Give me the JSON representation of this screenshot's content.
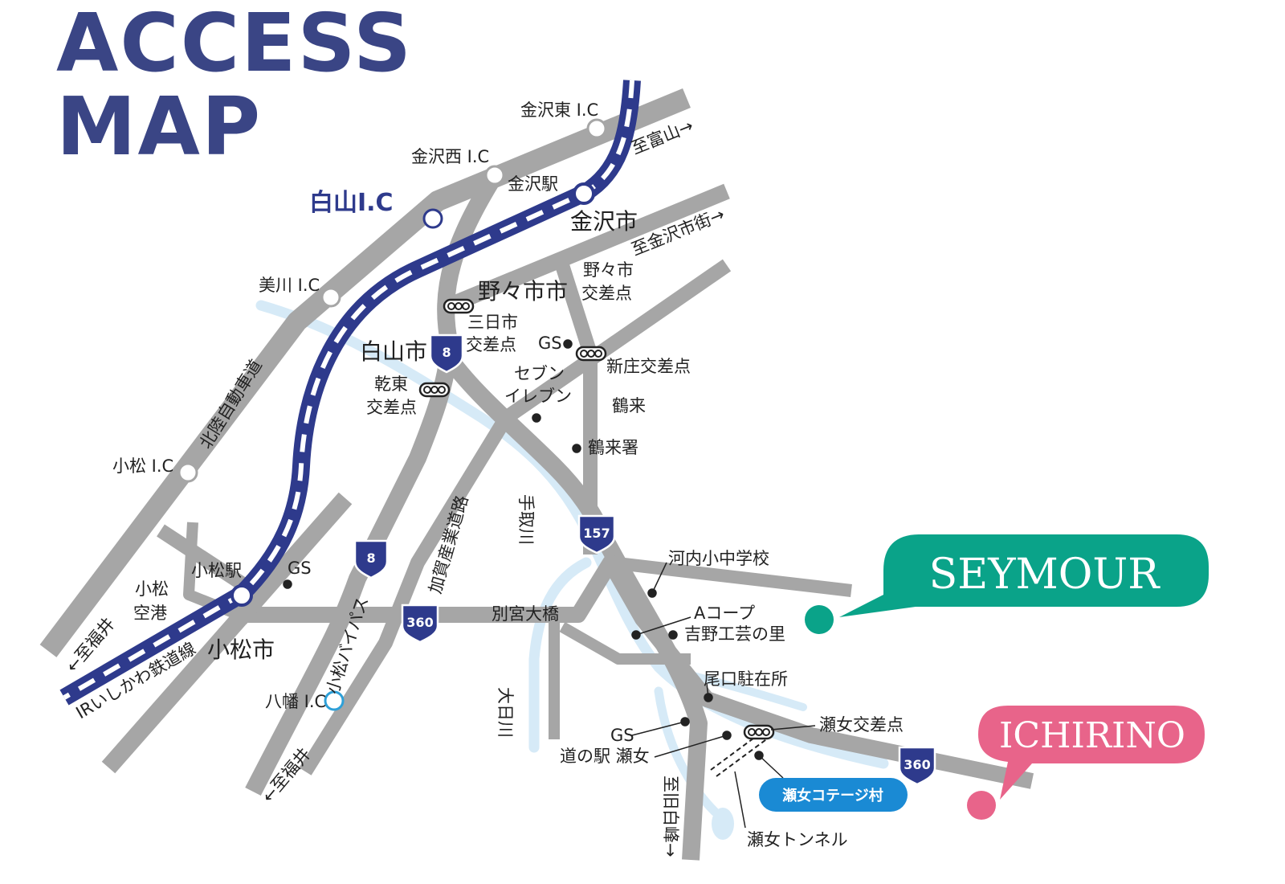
{
  "title": {
    "line1": "ACCESS",
    "line2": "MAP"
  },
  "colors": {
    "title": "#3a4585",
    "road": "#a6a6a6",
    "river": "#d6eaf7",
    "rail": "#2e3a8c",
    "seymour": "#0aa389",
    "ichirino": "#e8648a",
    "cottage": "#1a8ad4",
    "ic_highlight": "#2e3a8c"
  },
  "hotels": {
    "seymour": "SEYMOUR",
    "ichirino": "ICHIRINO"
  },
  "cottage": "瀬女コテージ村",
  "interchanges": {
    "kanazawa_higashi": "金沢東 I.C",
    "kanazawa_nishi": "金沢西 I.C",
    "hakusan": "白山I.C",
    "mikawa": "美川 I.C",
    "komatsu": "小松 I.C",
    "yawata": "八幡 I.C"
  },
  "stations": {
    "kanazawa": "金沢駅",
    "komatsu": "小松駅"
  },
  "cities": {
    "kanazawa": "金沢市",
    "nonoichi": "野々市市",
    "hakusan": "白山市",
    "komatsu": "小松市"
  },
  "routes": {
    "r8_upper": "8",
    "r8_lower": "8",
    "r157": "157",
    "r360_west": "360",
    "r360_east": "360"
  },
  "highway_label": "北陸自動車道",
  "rail_label": "IRいしかわ鉄道線",
  "directions": {
    "to_toyama": "至富山→",
    "to_kanazawa_city": "至金沢市街→",
    "to_fukui_1": "←至福井",
    "to_fukui_2": "←至福井",
    "to_kyu_shiramine": "至旧白峰→"
  },
  "intersections": {
    "mikkaichi_1": "三日市",
    "mikkaichi_2": "交差点",
    "nonoichi_1": "野々市",
    "nonoichi_2": "交差点",
    "inui_1": "乾東",
    "inui_2": "交差点",
    "shinjo": "新庄交差点",
    "senami": "瀬女交差点"
  },
  "places": {
    "gs1": "GS",
    "seven_1": "セブン",
    "seven_2": "イレブン",
    "tsurugi": "鶴来",
    "tsurugi_police": "鶴来署",
    "kawachi_school": "河内小中学校",
    "a_coop": "Aコープ",
    "yoshino": "吉野工芸の里",
    "oguchi": "尾口駐在所",
    "gs2": "GS",
    "michinoeki": "道の駅 瀬女",
    "tunnel": "瀬女トンネル",
    "gs3": "GS",
    "komatsu_airport_1": "小松",
    "komatsu_airport_2": "空港",
    "betsumiya": "別宮大橋",
    "komatsu_bypass": "小松バイパス",
    "kaga_road": "加賀産業道路"
  },
  "rivers": {
    "tedori": "手取川",
    "ohinata": "大日川"
  }
}
